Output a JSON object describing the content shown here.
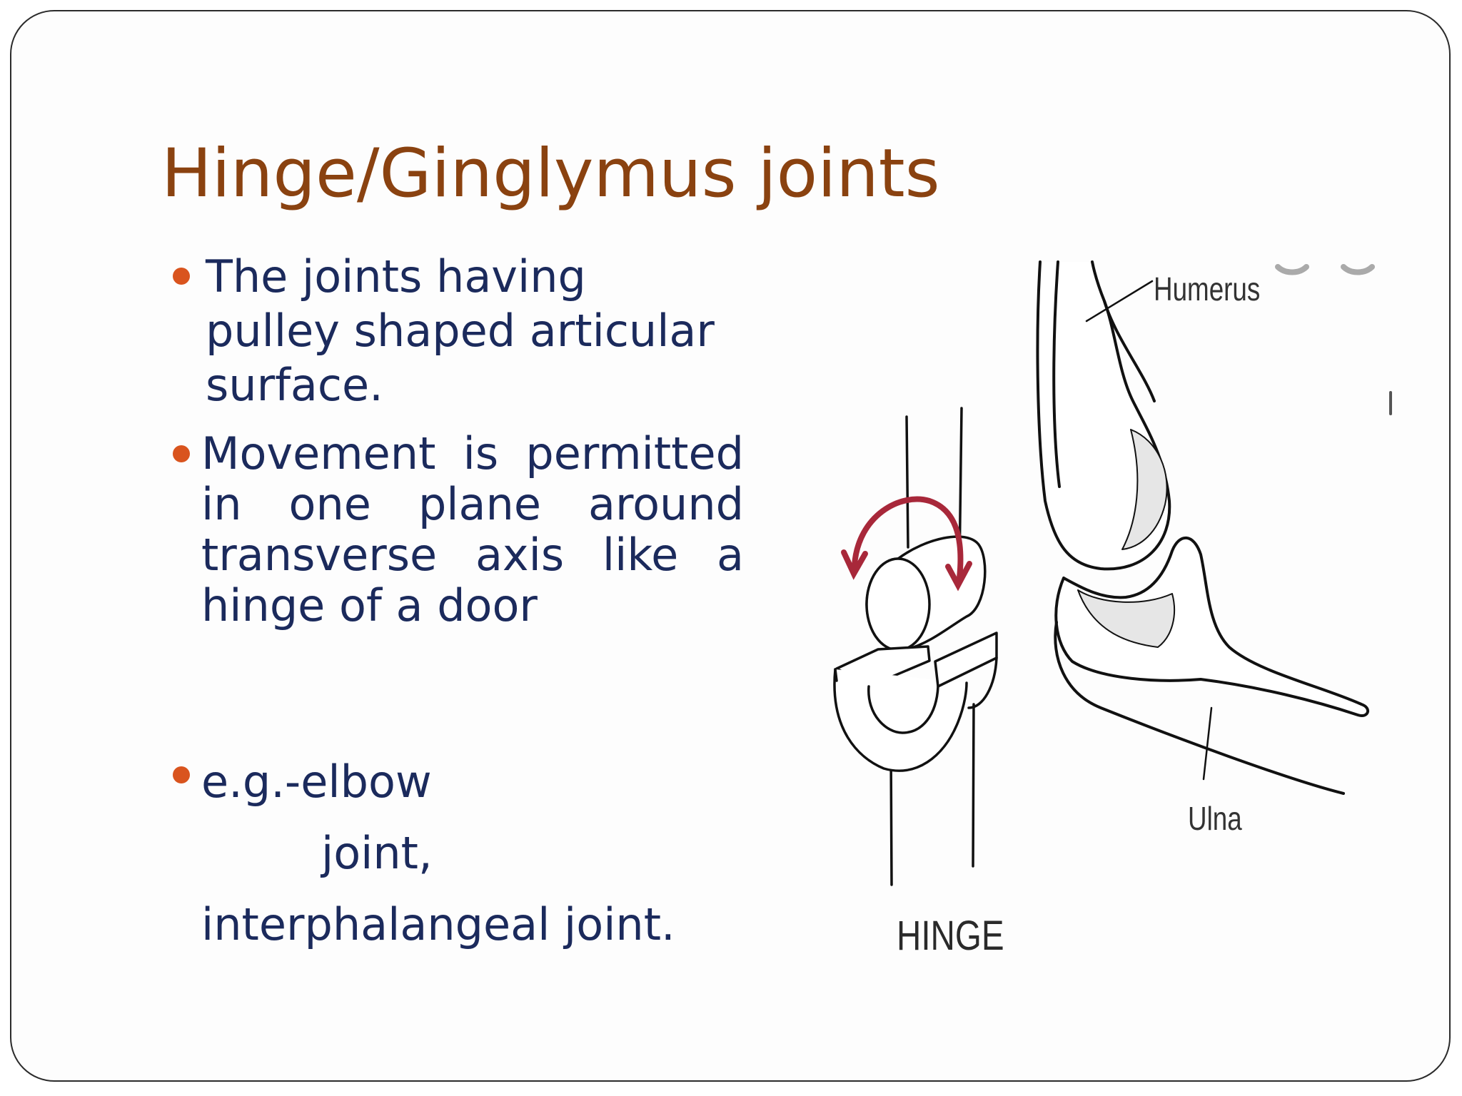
{
  "slide": {
    "title": "Hinge/Ginglymus joints",
    "bullets": [
      {
        "lines": [
          "The  joints  having",
          "pulley shaped   articular",
          "surface."
        ]
      },
      {
        "lines": [
          "Movement  is  permitted",
          "in  one  plane   around",
          "transverse  axis  like  a",
          "hinge of a door"
        ]
      },
      {
        "lines": [
          "e.g.-elbow",
          "joint,",
          "interphalangeal joint."
        ]
      }
    ]
  },
  "figure": {
    "labels": {
      "humerus": "Humerus",
      "ulna": "Ulna",
      "hinge": "HINGE"
    }
  },
  "colors": {
    "title": "#8a4210",
    "text": "#1b2a5c",
    "bullet": "#d9541e",
    "arrow": "#a8283a"
  }
}
